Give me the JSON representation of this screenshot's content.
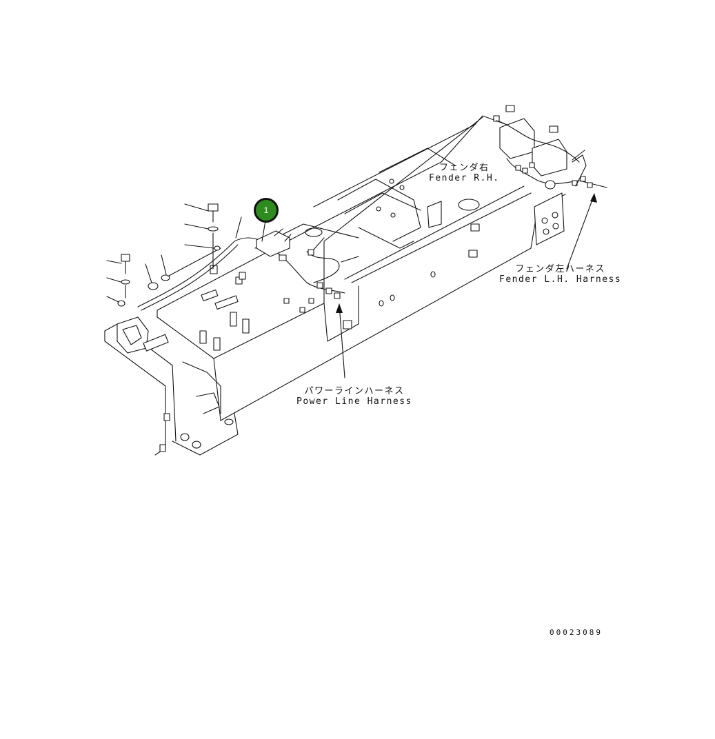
{
  "labels": {
    "fender_rh": {
      "jp": "フェンダ右",
      "en": "Fender R.H."
    },
    "fender_lh_harness": {
      "jp": "フェンダ左ハーネス",
      "en": "Fender L.H. Harness"
    },
    "power_line_harness": {
      "jp": "パワーラインハーネス",
      "en": "Power Line Harness"
    }
  },
  "callout": {
    "number": "1",
    "color": "#2e8b1e"
  },
  "drawing_number": "00023089"
}
